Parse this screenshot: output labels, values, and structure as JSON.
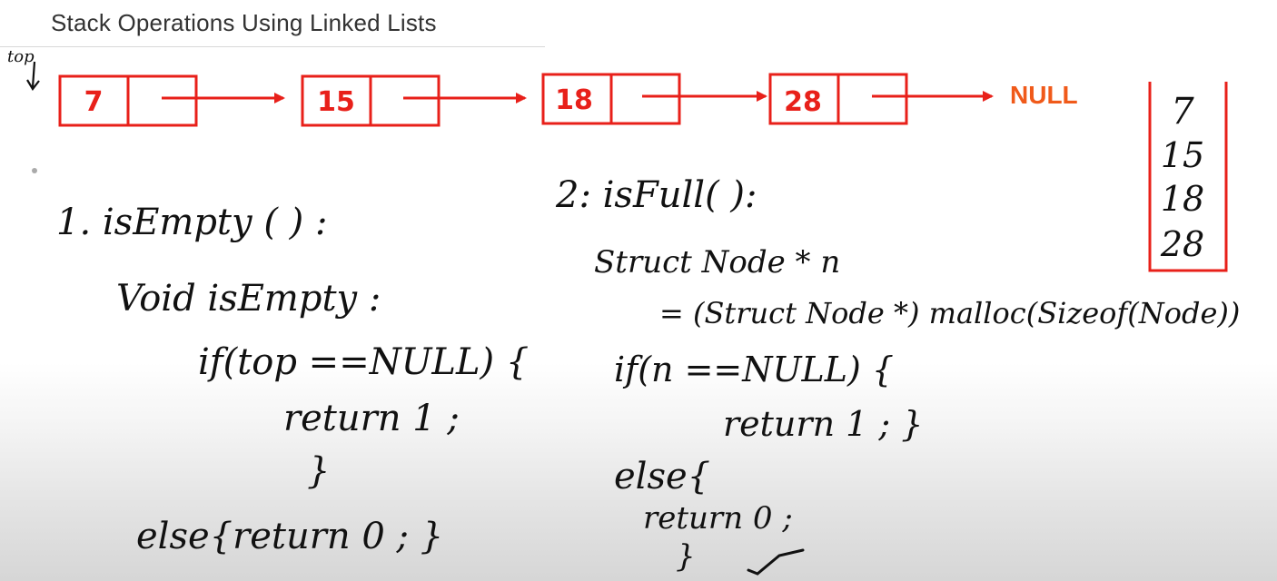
{
  "title": "Stack Operations Using Linked Lists",
  "top_label": "top",
  "null_label": "NULL",
  "nodes": [
    "7",
    "15",
    "18",
    "28"
  ],
  "stack_items": [
    "7",
    "15",
    "18",
    "28"
  ],
  "colors": {
    "node_red": "#e8201a",
    "null_orange": "#f05a1a",
    "ink": "#111111"
  },
  "notes_left": {
    "heading": "1. isEmpty ( ) :",
    "line1": "Void isEmpty :",
    "line2": "if(top ==NULL) {",
    "line3": "return 1 ;",
    "line4": "}",
    "line5": "else{return 0 ; }"
  },
  "notes_right": {
    "heading": "2: isFull( ):",
    "line1": "Struct Node * n",
    "line2": "= (Struct Node *) malloc(Sizeof(Node))",
    "line3": "if(n ==NULL) {",
    "line4": "return 1 ; }",
    "line5": "else{",
    "line6": "return 0 ;",
    "line7": "}"
  }
}
